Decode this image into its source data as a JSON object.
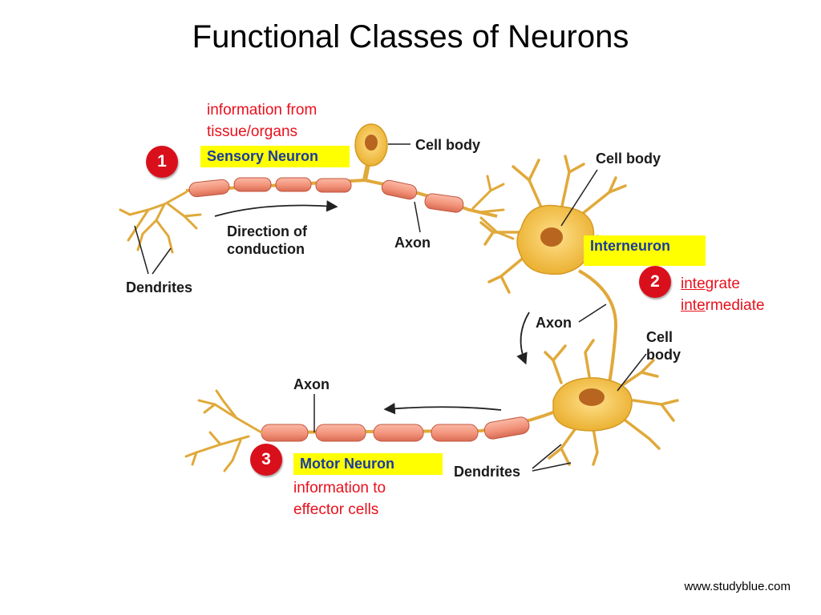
{
  "title": "Functional Classes of Neurons",
  "sensory": {
    "info": [
      "information from",
      "tissue/organs"
    ],
    "name": "Sensory Neuron",
    "badge": "1",
    "cell_body": "Cell body",
    "axon": "Axon",
    "dendrites": "Dendrites",
    "direction": [
      "Direction of",
      "conduction"
    ]
  },
  "interneuron": {
    "name": "Interneuron",
    "badge": "2",
    "cell_body": "Cell body",
    "axon": "Axon",
    "note_line1_u": "inte",
    "note_line1_rest": "grate",
    "note_line2_u": "inte",
    "note_line2_rest": "rmediate"
  },
  "motor": {
    "name": "Motor Neuron",
    "badge": "3",
    "axon": "Axon",
    "cell_body": [
      "Cell",
      "body"
    ],
    "dendrites": "Dendrites",
    "info": [
      "information to",
      "effector cells"
    ]
  },
  "footer": "www.studyblue.com",
  "colors": {
    "title": "#000000",
    "red_text": "#e8101c",
    "highlight": "#ffff00",
    "label_blue": "#1a3aa0",
    "badge": "#d9101c",
    "myelin": "#f2937a",
    "neuron_body": "#f2c14a"
  }
}
